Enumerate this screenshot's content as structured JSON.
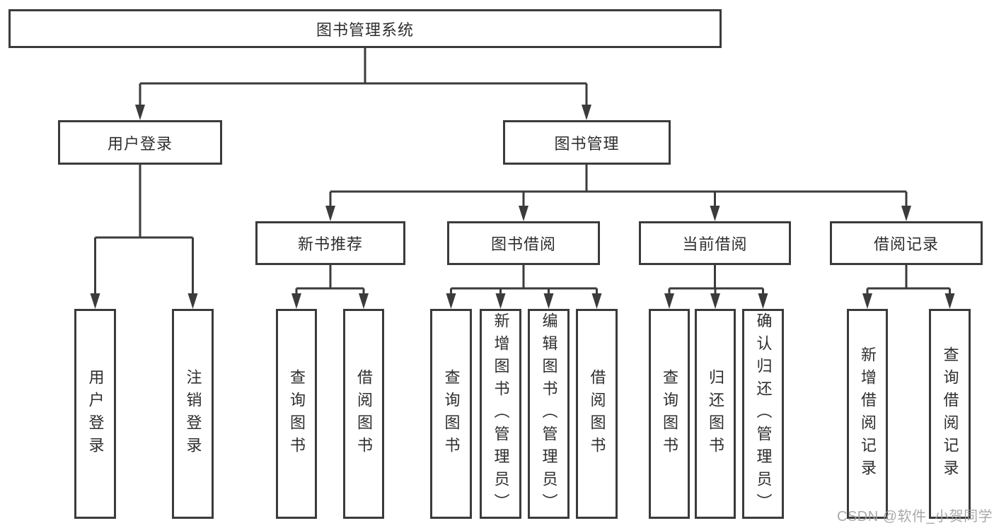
{
  "root": {
    "label": "图书管理系统"
  },
  "level2": [
    {
      "label": "用户登录"
    },
    {
      "label": "图书管理"
    }
  ],
  "level3": [
    {
      "label": "新书推荐",
      "parent": "图书管理"
    },
    {
      "label": "图书借阅",
      "parent": "图书管理"
    },
    {
      "label": "当前借阅",
      "parent": "图书管理"
    },
    {
      "label": "借阅记录",
      "parent": "图书管理"
    }
  ],
  "leaves": [
    {
      "label": "用户登录",
      "parent": "用户登录"
    },
    {
      "label": "注销登录",
      "parent": "用户登录"
    },
    {
      "label": "查询图书",
      "parent": "新书推荐"
    },
    {
      "label": "借阅图书",
      "parent": "新书推荐"
    },
    {
      "label": "查询图书",
      "parent": "图书借阅"
    },
    {
      "label": "新增图书（管理员）",
      "parent": "图书借阅"
    },
    {
      "label": "编辑图书（管理员）",
      "parent": "图书借阅"
    },
    {
      "label": "借阅图书",
      "parent": "图书借阅"
    },
    {
      "label": "查询图书",
      "parent": "当前借阅"
    },
    {
      "label": "归还图书",
      "parent": "当前借阅"
    },
    {
      "label": "确认归还（管理员）",
      "parent": "当前借阅"
    },
    {
      "label": "新增借阅记录",
      "parent": "借阅记录"
    },
    {
      "label": "查询借阅记录",
      "parent": "借阅记录"
    }
  ],
  "watermark": "CSDN @软件_小贺同学",
  "colors": {
    "line": "#3b3b3b",
    "text": "#2e2e2e",
    "watermark": "#9e9e9e",
    "background": "#ffffff"
  }
}
